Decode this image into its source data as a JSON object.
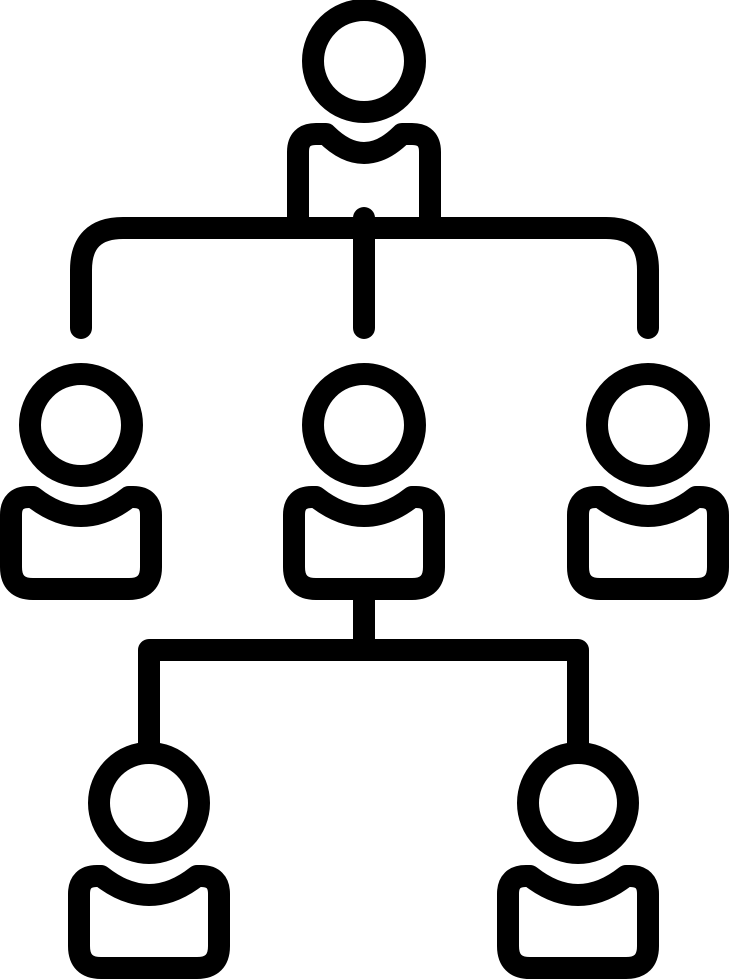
{
  "icon": {
    "name": "org-chart-icon",
    "stroke_color": "#000000",
    "background_color": "#ffffff",
    "levels": [
      1,
      3,
      2
    ]
  }
}
